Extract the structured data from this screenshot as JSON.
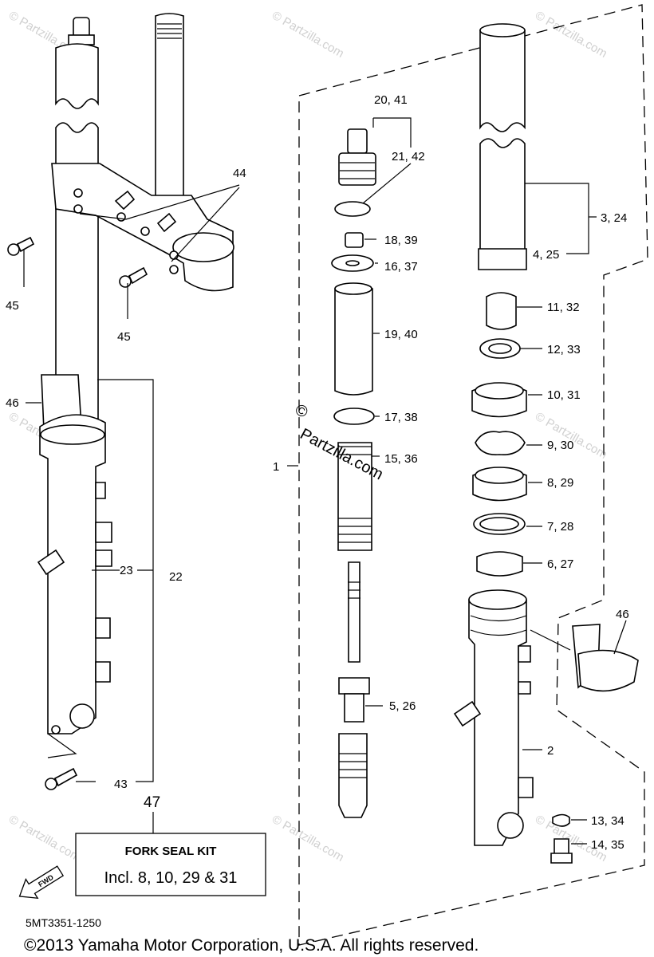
{
  "watermark": "© Partzilla.com",
  "center_watermark": {
    "symbol": "©",
    "brand": "Partzilla.com"
  },
  "callouts": {
    "c1": "1",
    "c2": "2",
    "c3_24": "3, 24",
    "c4_25": "4, 25",
    "c5_26": "5, 26",
    "c6_27": "6, 27",
    "c7_28": "7, 28",
    "c8_29": "8, 29",
    "c9_30": "9, 30",
    "c10_31": "10, 31",
    "c11_32": "11, 32",
    "c12_33": "12, 33",
    "c13_34": "13, 34",
    "c14_35": "14, 35",
    "c15_36": "15, 36",
    "c16_37": "16, 37",
    "c17_38": "17, 38",
    "c18_39": "18, 39",
    "c19_40": "19, 40",
    "c20_41": "20, 41",
    "c21_42": "21, 42",
    "c22": "22",
    "c23": "23",
    "c43": "43",
    "c44": "44",
    "c45a": "45",
    "c45b": "45",
    "c46a": "46",
    "c46b": "46",
    "c47": "47"
  },
  "kit": {
    "title": "FORK SEAL KIT",
    "contents": "Incl. 8, 10, 29 & 31"
  },
  "fwd_label": "FWD",
  "diagram_code": "5MT3351-1250",
  "copyright": "©2013 Yamaha Motor Corporation, U.S.A. All rights reserved."
}
